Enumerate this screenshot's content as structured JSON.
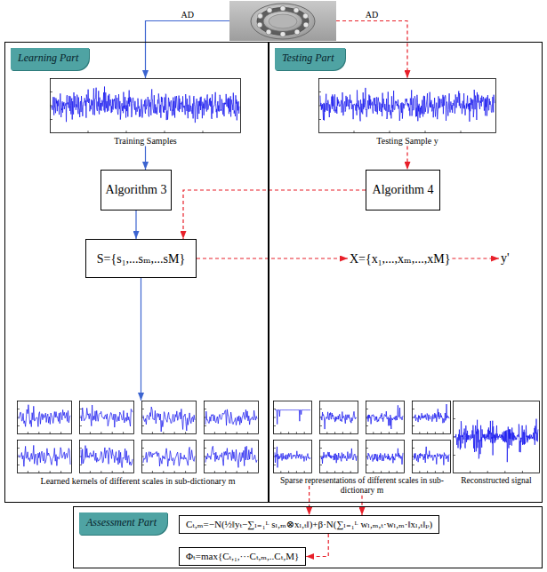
{
  "diagram": {
    "nodes": [
      {
        "text": []
      },
      {
        "text": [
          "Learning Part"
        ]
      },
      {
        "text": [
          "Training Samples"
        ],
        "in": 1
      },
      {
        "text": [
          "Algorithm 3"
        ],
        "in": 1
      },
      {
        "text": [
          "S={s₁,...sₘ,...sM}"
        ],
        "in": 1
      },
      {
        "text": [
          "Learned kernels of different scales in sub-dictionary m"
        ],
        "in": 1
      },
      {
        "text": [
          "Testing Part"
        ]
      },
      {
        "text": [
          "Testing Sample y"
        ],
        "in": 6
      },
      {
        "text": [
          "Algorithm 4"
        ],
        "in": 6
      },
      {
        "text": [
          "X={x₁,...,xₘ,...,xM}"
        ],
        "in": 6
      },
      {
        "text": [
          "y'"
        ],
        "in": 6
      },
      {
        "text": [
          "Sparse representations of different scales in sub-dictionary m"
        ],
        "in": 6
      },
      {
        "text": [
          "Reconstructed signal"
        ],
        "in": 6
      },
      {
        "text": [
          "Assessment Part"
        ]
      },
      {
        "text": [
          "Cₜ,ₘ=−N(½‖yₜ−∑ₗ₌₁ᴸ sₗ,ₘ⊗xₗ,ₜ‖)+β·N(∑ₗ₌₁ᴸ wₗ,ₘ,ₜ·wₗ,ₘ·‖xₗ,ₜ‖ₚ)"
        ],
        "in": 13
      },
      {
        "text": [
          "Φₜ=max{Cₜ,₁,···Cₜ,ₘ,..Cₜ,M}"
        ],
        "in": 13
      }
    ],
    "edges": [
      {
        "from": 0,
        "to": 2,
        "label": "AD",
        "arrow": "to"
      },
      {
        "from": 0,
        "to": 7,
        "label": "AD",
        "arrow": "to"
      },
      {
        "from": 2,
        "to": 3,
        "arrow": "to"
      },
      {
        "from": 3,
        "to": 4,
        "arrow": "to"
      },
      {
        "from": 4,
        "to": 5,
        "arrow": "to"
      },
      {
        "from": 7,
        "to": 8,
        "arrow": "to"
      },
      {
        "from": 8,
        "to": 4,
        "arrow": "to"
      },
      {
        "from": 4,
        "to": 9,
        "arrow": "to"
      },
      {
        "from": 9,
        "to": 10,
        "arrow": "to"
      },
      {
        "from": 11,
        "to": 14,
        "arrow": "to"
      },
      {
        "from": 12,
        "to": 14,
        "arrow": "to"
      },
      {
        "from": 14,
        "to": 15,
        "arrow": "to"
      }
    ]
  }
}
